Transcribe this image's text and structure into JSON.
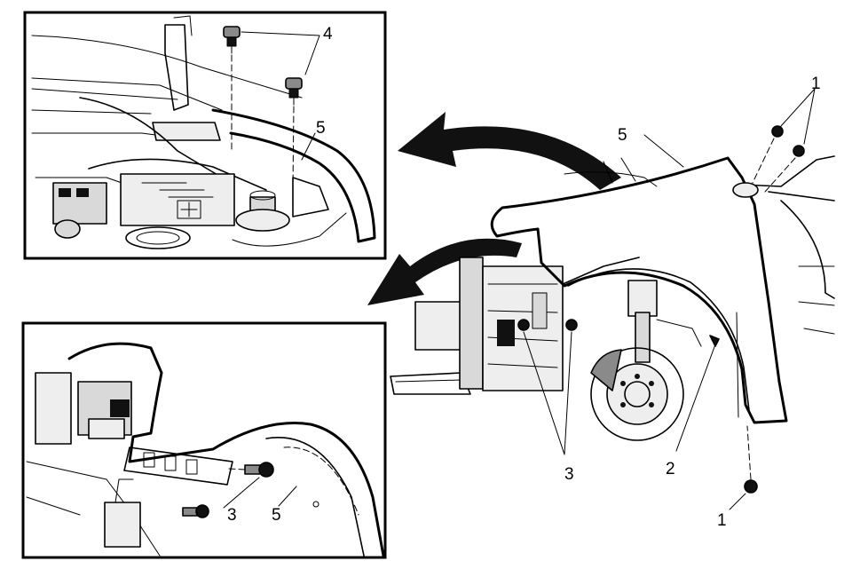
{
  "diagram": {
    "callouts": {
      "c1_top": "1",
      "c1_bottom": "1",
      "c2": "2",
      "c3_main": "3",
      "c3_inset": "3",
      "c4": "4",
      "c5_main": "5",
      "c5_top_inset": "5",
      "c5_bottom_inset": "5"
    }
  }
}
